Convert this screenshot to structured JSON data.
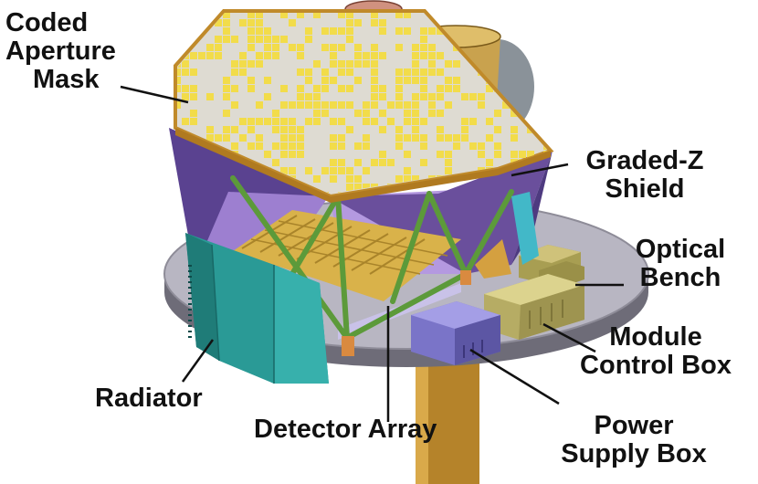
{
  "labels": {
    "mask": {
      "line1": "Coded",
      "line2": "Aperture",
      "line3": "Mask"
    },
    "shield": {
      "line1": "Graded-Z",
      "line2": "Shield"
    },
    "bench": {
      "line1": "Optical",
      "line2": "Bench"
    },
    "module": {
      "line1": "Module",
      "line2": "Control Box"
    },
    "power": {
      "line1": "Power",
      "line2": "Supply Box"
    },
    "detector": {
      "line1": "Detector Array"
    },
    "radiator": {
      "line1": "Radiator"
    }
  },
  "colors": {
    "mask_fill": "#d6d4c8",
    "mask_pattern": "#f2dc4a",
    "mask_rim": "#c08a2a",
    "shield": "#6a4f9c",
    "shield_light": "#9d7fd0",
    "bench": "#9a98a4",
    "bench_top": "#b8b6c2",
    "radiator": "#2a9a96",
    "truss": "#5c9a3a",
    "detector": "#d9b24a",
    "module_box": "#b6ac64",
    "power_box": "#7a74c8",
    "pillar": "#b5832a",
    "pipe_red": "#b86f5e",
    "pipe_gold": "#c9a24e",
    "gray_disk": "#808890"
  }
}
